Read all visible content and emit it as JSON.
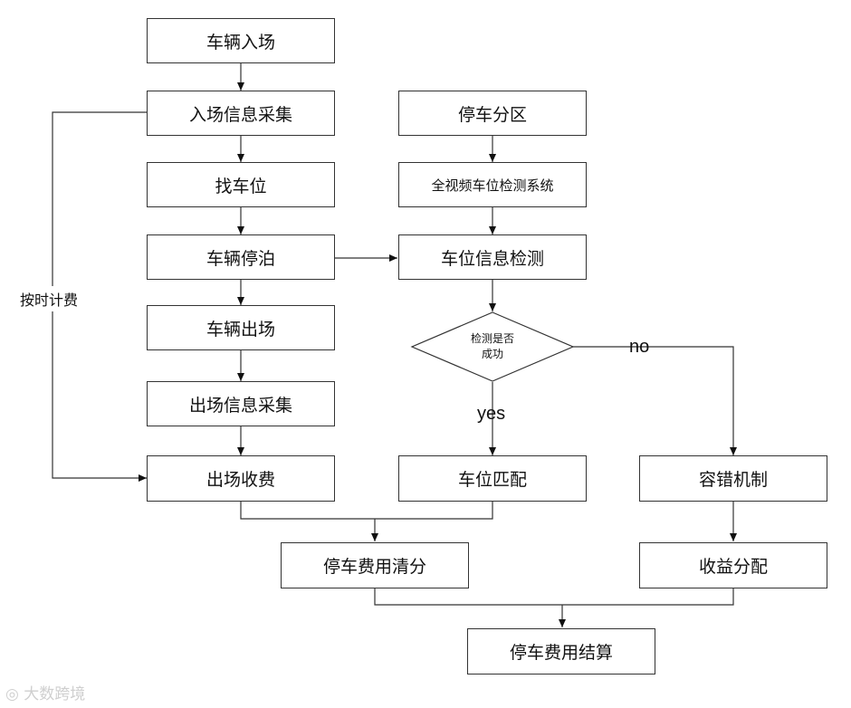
{
  "nodes": {
    "vehicle_entry": "车辆入场",
    "entry_info_collection": "入场信息采集",
    "find_space": "找车位",
    "vehicle_parking": "车辆停泊",
    "vehicle_exit": "车辆出场",
    "exit_info_collection": "出场信息采集",
    "exit_charge": "出场收费",
    "parking_zoning": "停车分区",
    "video_detection_system": "全视频车位检测系统",
    "space_info_detection": "车位信息检测",
    "detection_decision_line1": "检测是否",
    "detection_decision_line2": "成功",
    "space_matching": "车位匹配",
    "fault_tolerance": "容错机制",
    "fee_clearing": "停车费用清分",
    "revenue_distribution": "收益分配",
    "fee_settlement": "停车费用结算"
  },
  "edge_labels": {
    "time_based_billing": "按时计费",
    "yes": "yes",
    "no": "no"
  },
  "watermark": "大数跨境"
}
